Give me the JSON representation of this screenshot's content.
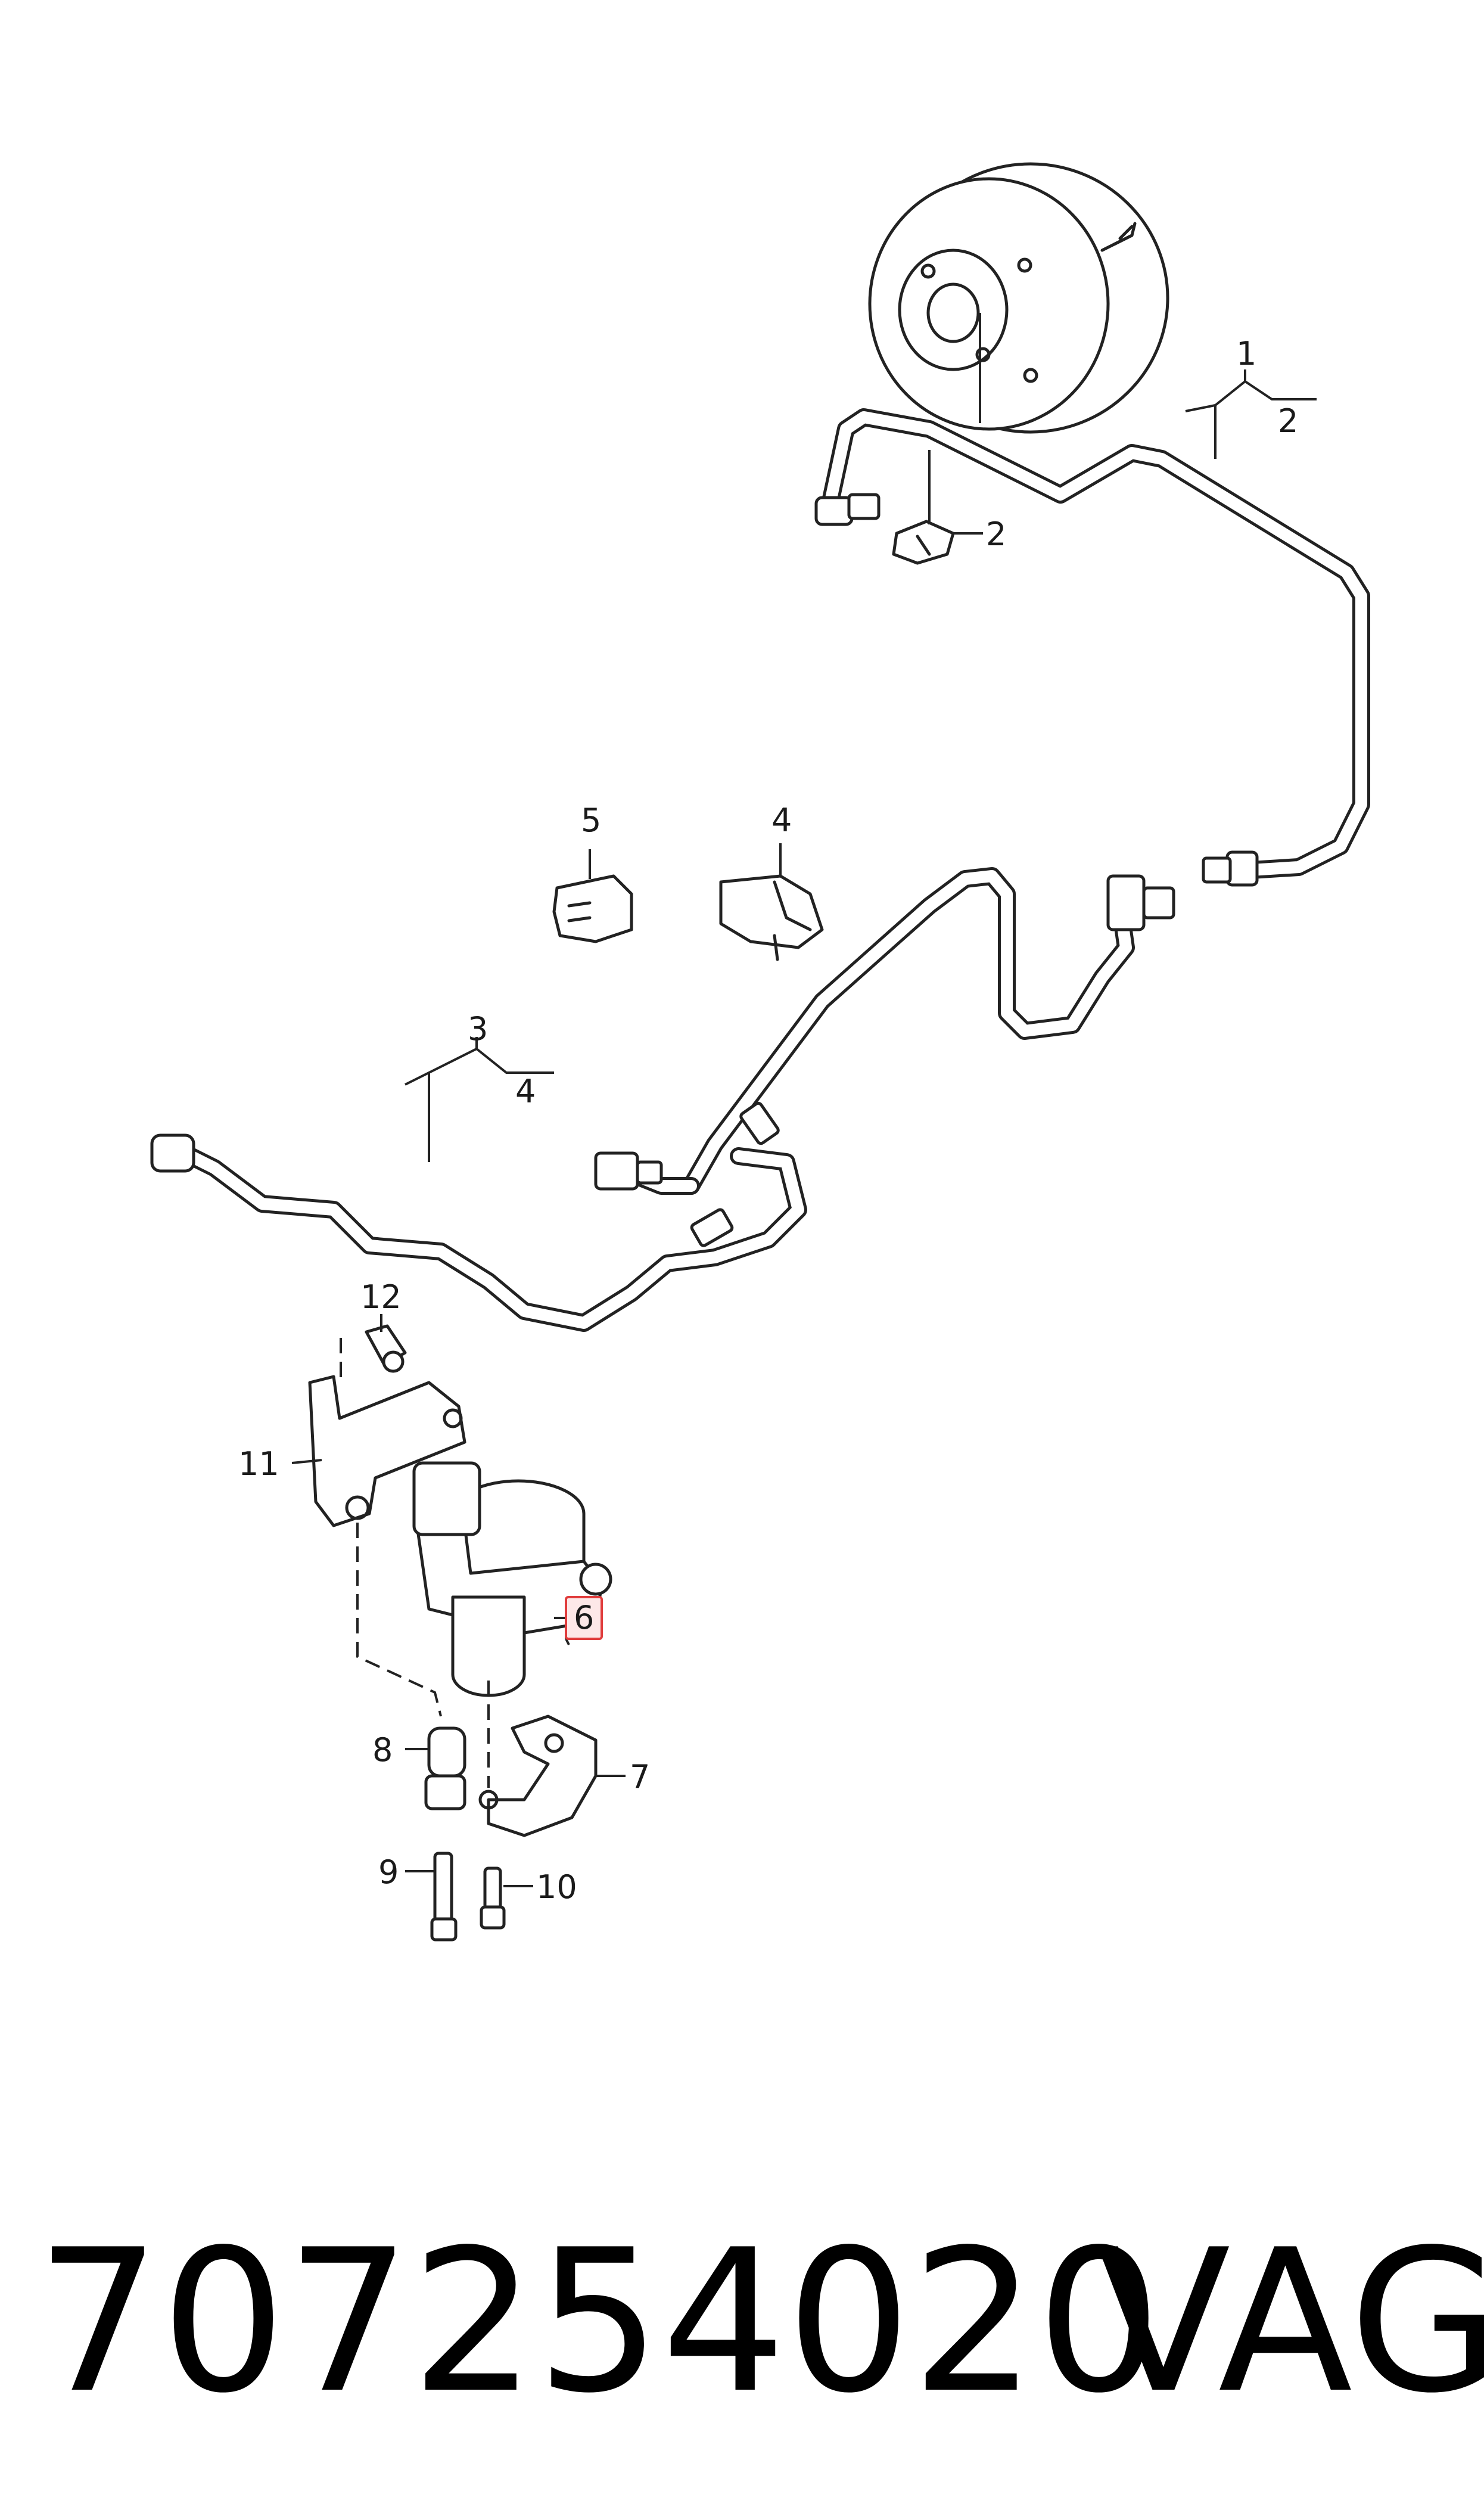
{
  "labels": {
    "l1": "1",
    "l2a": "2",
    "l2b": "2",
    "l3": "3",
    "l4a": "4",
    "l4b": "4",
    "l5": "5",
    "l6": "6",
    "l7": "7",
    "l8": "8",
    "l9": "9",
    "l10": "10",
    "l11": "11",
    "l12": "12"
  },
  "caption": {
    "part_number": "707254020",
    "brand": "VAG"
  },
  "colors": {
    "highlight_stroke": "#e03c3c",
    "highlight_fill": "#fde8e8"
  }
}
